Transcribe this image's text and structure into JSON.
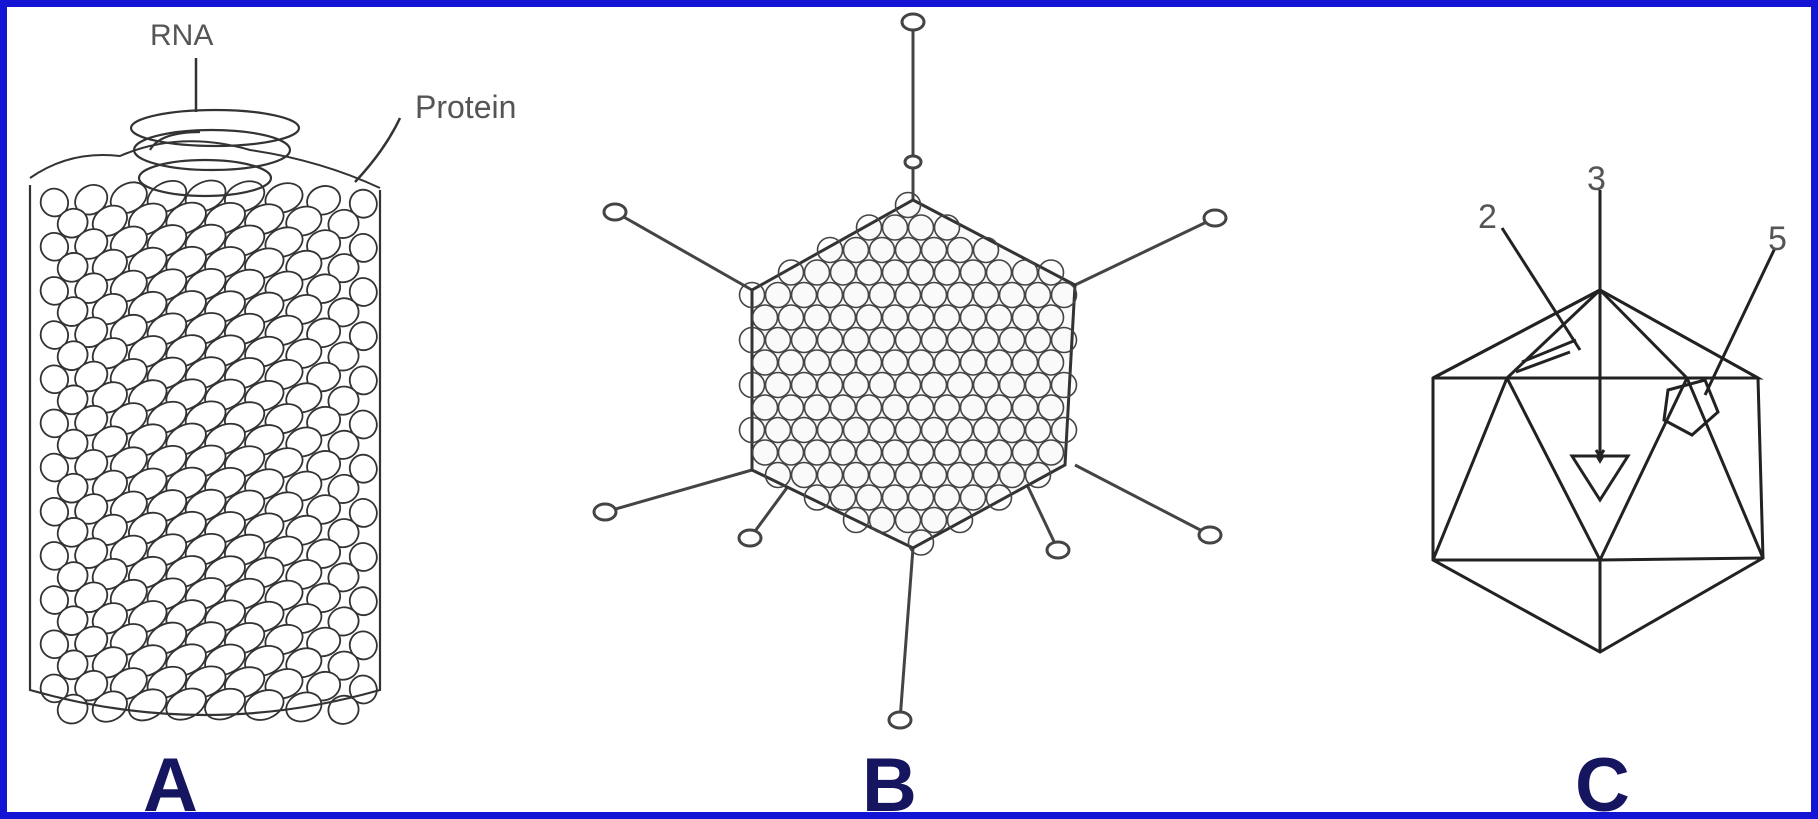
{
  "panels": [
    {
      "id": "A",
      "letter": "A",
      "labels": {
        "rna": "RNA",
        "protein": "Protein"
      }
    },
    {
      "id": "B",
      "letter": "B"
    },
    {
      "id": "C",
      "letter": "C",
      "labels": {
        "two": "2",
        "three": "3",
        "five": "5"
      }
    }
  ],
  "colors": {
    "border": "#1414d4",
    "letter": "#151560",
    "line": "#333333",
    "background": "#ffffff"
  }
}
